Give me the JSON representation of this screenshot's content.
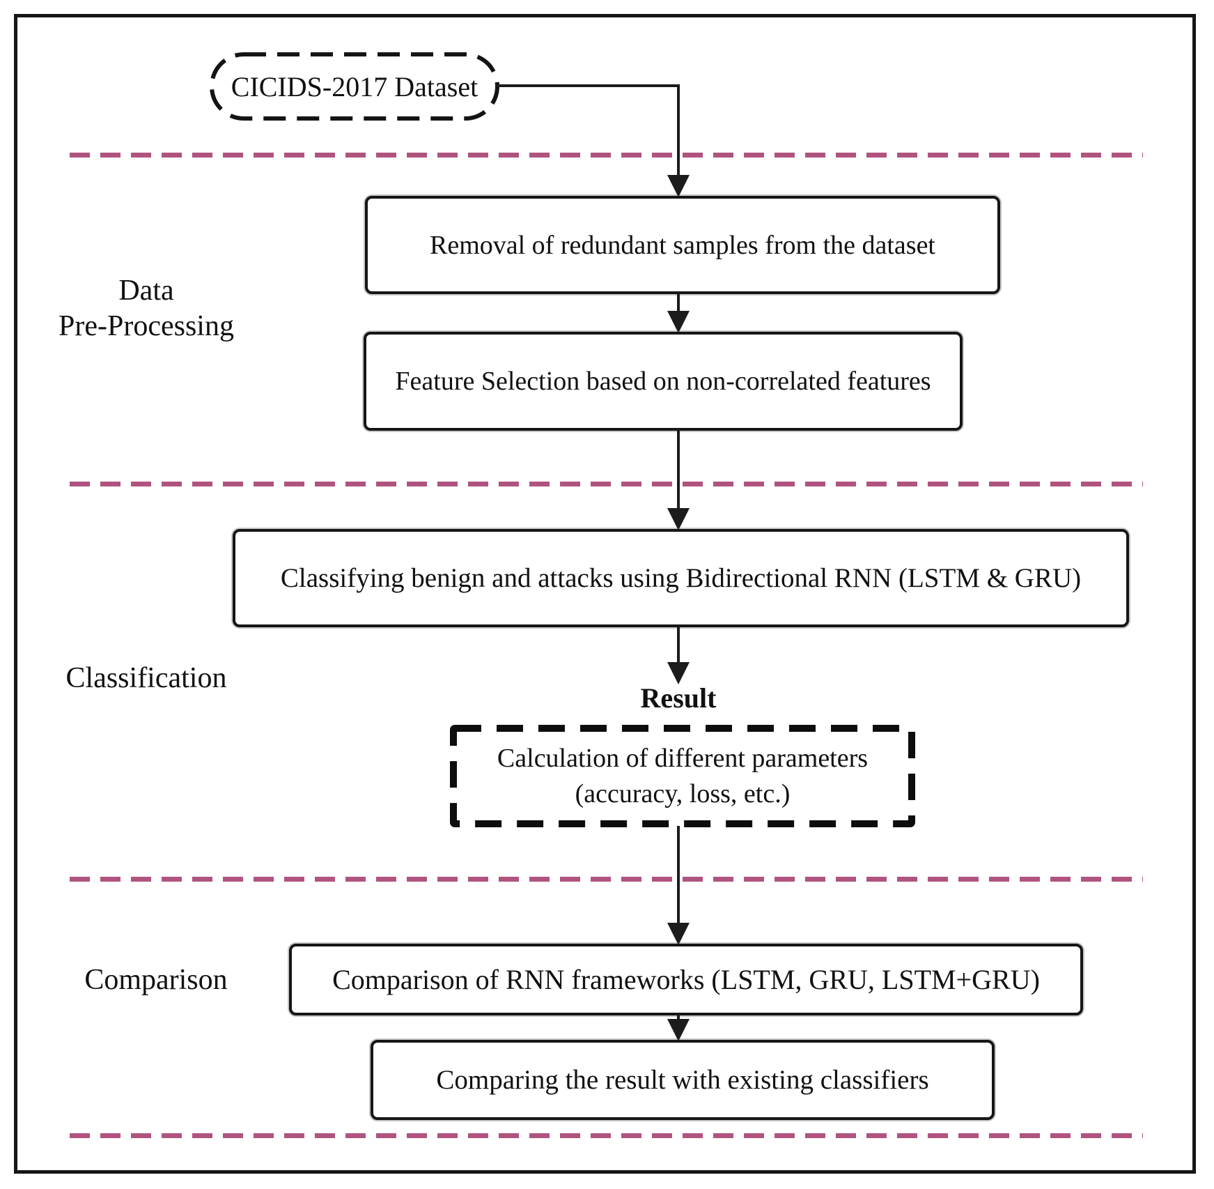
{
  "figure": {
    "dataset": "CICIDS-2017 Dataset",
    "sections": {
      "preprocessing_line1": "Data",
      "preprocessing_line2": "Pre-Processing",
      "classification": "Classification",
      "comparison": "Comparison"
    },
    "steps": {
      "removal": "Removal of redundant samples from the dataset",
      "feature_selection": "Feature Selection based on non-correlated features",
      "classify": "Classifying benign and attacks using Bidirectional RNN (LSTM & GRU)",
      "result": "Result",
      "calculation_line1": "Calculation of different parameters",
      "calculation_line2": "(accuracy, loss, etc.)",
      "compare_rnn": "Comparison of RNN frameworks (LSTM, GRU, LSTM+GRU)",
      "compare_existing": "Comparing the result with existing classifiers"
    }
  },
  "colors": {
    "separator": "#b0537f",
    "line": "#1c1c1c"
  }
}
